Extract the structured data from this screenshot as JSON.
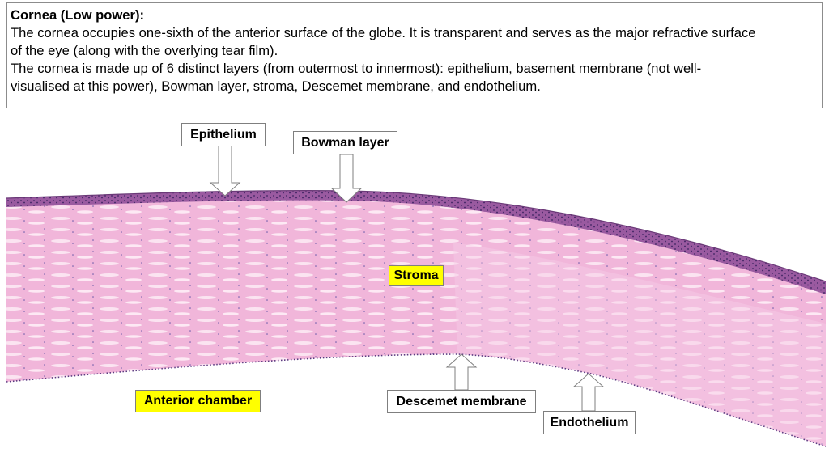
{
  "description": {
    "title": "Cornea (Low power):",
    "lines": [
      "The cornea occupies one-sixth of the anterior surface of the globe. It is transparent and serves as the major refractive surface",
      "of the eye (along with the overlying tear film).",
      "The cornea is made up of 6 distinct layers (from outermost to innermost): epithelium, basement membrane (not well-",
      "visualised at this power), Bowman layer, stroma, Descemet membrane, and endothelium."
    ]
  },
  "labels": {
    "epithelium": "Epithelium",
    "bowman": "Bowman layer",
    "stroma": "Stroma",
    "anterior_chamber": "Anterior chamber",
    "descemet": "Descemet membrane",
    "endothelium": "Endothelium"
  },
  "colors": {
    "stroma_pink": "#f2b8dc",
    "epithelium_purple": "#8a4a90",
    "highlight_yellow": "#ffff00",
    "box_border": "#7f7f7f"
  }
}
